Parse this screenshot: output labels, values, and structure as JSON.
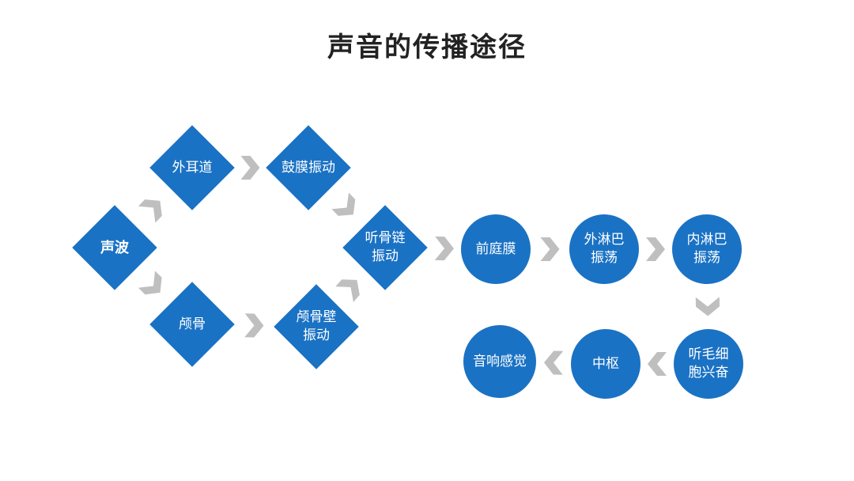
{
  "title": "声音的传播途径",
  "colors": {
    "node_fill": "#1a72c4",
    "node_text": "#ffffff",
    "arrow": "#bfbfbf",
    "title": "#222222"
  },
  "nodes": {
    "sound_wave": {
      "label": "声波",
      "shape": "diamond"
    },
    "outer_ear_canal": {
      "label": "外耳道",
      "shape": "diamond"
    },
    "eardrum_vibration": {
      "label": "鼓膜振动",
      "shape": "diamond"
    },
    "skull": {
      "label": "颅骨",
      "shape": "diamond"
    },
    "skull_wall_vibration": {
      "label": "颅骨壁\n振动",
      "shape": "diamond"
    },
    "ossicle_vibration": {
      "label": "听骨链\n振动",
      "shape": "diamond"
    },
    "vestibular_membrane": {
      "label": "前庭膜",
      "shape": "circle"
    },
    "perilymph_oscillation": {
      "label": "外淋巴\n振荡",
      "shape": "circle"
    },
    "endolymph_oscillation": {
      "label": "内淋巴\n振荡",
      "shape": "circle"
    },
    "hair_cell_excitation": {
      "label": "听毛细\n胞兴奋",
      "shape": "circle"
    },
    "auditory_center": {
      "label": "中枢",
      "shape": "circle"
    },
    "sound_perception": {
      "label": "音响感觉",
      "shape": "circle"
    }
  },
  "edges": [
    {
      "from": "sound_wave",
      "to": "outer_ear_canal"
    },
    {
      "from": "sound_wave",
      "to": "skull"
    },
    {
      "from": "outer_ear_canal",
      "to": "eardrum_vibration"
    },
    {
      "from": "eardrum_vibration",
      "to": "ossicle_vibration"
    },
    {
      "from": "skull",
      "to": "skull_wall_vibration"
    },
    {
      "from": "skull_wall_vibration",
      "to": "ossicle_vibration"
    },
    {
      "from": "ossicle_vibration",
      "to": "vestibular_membrane"
    },
    {
      "from": "vestibular_membrane",
      "to": "perilymph_oscillation"
    },
    {
      "from": "perilymph_oscillation",
      "to": "endolymph_oscillation"
    },
    {
      "from": "endolymph_oscillation",
      "to": "hair_cell_excitation"
    },
    {
      "from": "hair_cell_excitation",
      "to": "auditory_center"
    },
    {
      "from": "auditory_center",
      "to": "sound_perception"
    }
  ]
}
